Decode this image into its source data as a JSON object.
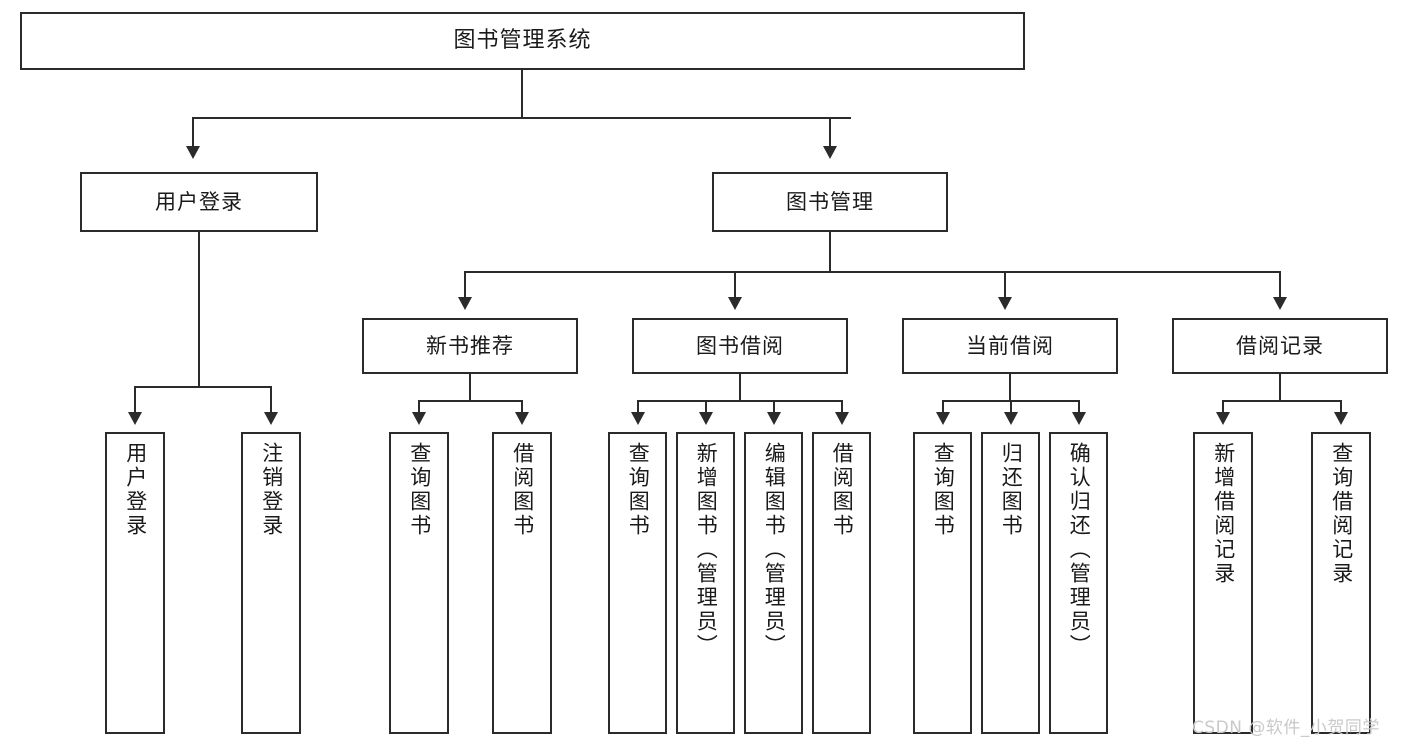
{
  "diagram": {
    "title": "图书管理系统",
    "type": "tree",
    "watermark": "CSDN @软件_小贺同学",
    "colors": {
      "stroke": "#2b2b2b",
      "background": "#ffffff",
      "text": "#1a1a1a",
      "watermark": "#c9c9c9"
    },
    "root": {
      "label": "图书管理系统"
    },
    "level2": [
      {
        "label": "用户登录"
      },
      {
        "label": "图书管理"
      }
    ],
    "level3": [
      {
        "label": "新书推荐"
      },
      {
        "label": "图书借阅"
      },
      {
        "label": "当前借阅"
      },
      {
        "label": "借阅记录"
      }
    ],
    "leaves": {
      "user_login": [
        {
          "label": "用户登录"
        },
        {
          "label": "注销登录"
        }
      ],
      "new_book": [
        {
          "label": "查询图书"
        },
        {
          "label": "借阅图书"
        }
      ],
      "book_borrow": [
        {
          "label": "查询图书"
        },
        {
          "label": "新增图书（管理员）"
        },
        {
          "label": "编辑图书（管理员）"
        },
        {
          "label": "借阅图书"
        }
      ],
      "current_borrow": [
        {
          "label": "查询图书"
        },
        {
          "label": "归还图书"
        },
        {
          "label": "确认归还（管理员）"
        }
      ],
      "borrow_record": [
        {
          "label": "新增借阅记录"
        },
        {
          "label": "查询借阅记录"
        }
      ]
    }
  }
}
